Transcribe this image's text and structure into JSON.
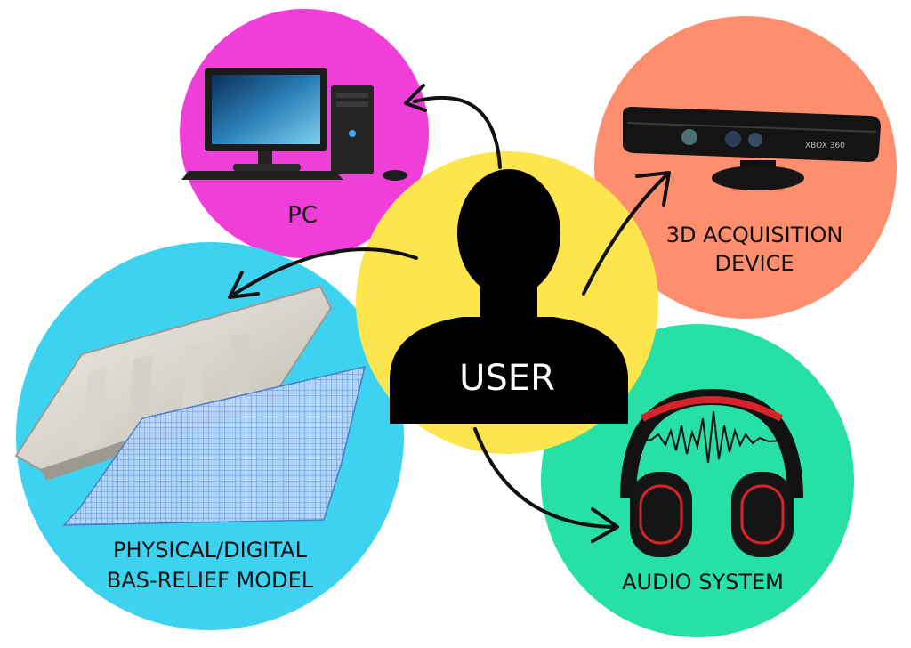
{
  "nodes": {
    "user": {
      "label": "USER",
      "color": "#fde64d"
    },
    "pc": {
      "label": "PC",
      "color": "#ef3fd8"
    },
    "acquisition": {
      "label_line1": "3D ACQUISITION",
      "label_line2": "DEVICE",
      "color": "#fd8f6e"
    },
    "bas_relief": {
      "label_line1": "PHYSICAL/DIGITAL",
      "label_line2": "BAS-RELIEF MODEL",
      "color": "#3dd3f0"
    },
    "audio": {
      "label": "AUDIO SYSTEM",
      "color": "#26e0a6"
    }
  },
  "device_text": {
    "kinect_brand": "XBOX 360"
  },
  "icons": {
    "user": "person-silhouette-icon",
    "pc": "desktop-computer-icon",
    "acquisition": "depth-sensor-camera-icon",
    "bas_relief": "bas-relief-model-icon",
    "audio": "headphones-icon"
  },
  "colors": {
    "arrow": "#111111",
    "silhouette": "#000000",
    "headphone_accent": "#d9232a"
  }
}
